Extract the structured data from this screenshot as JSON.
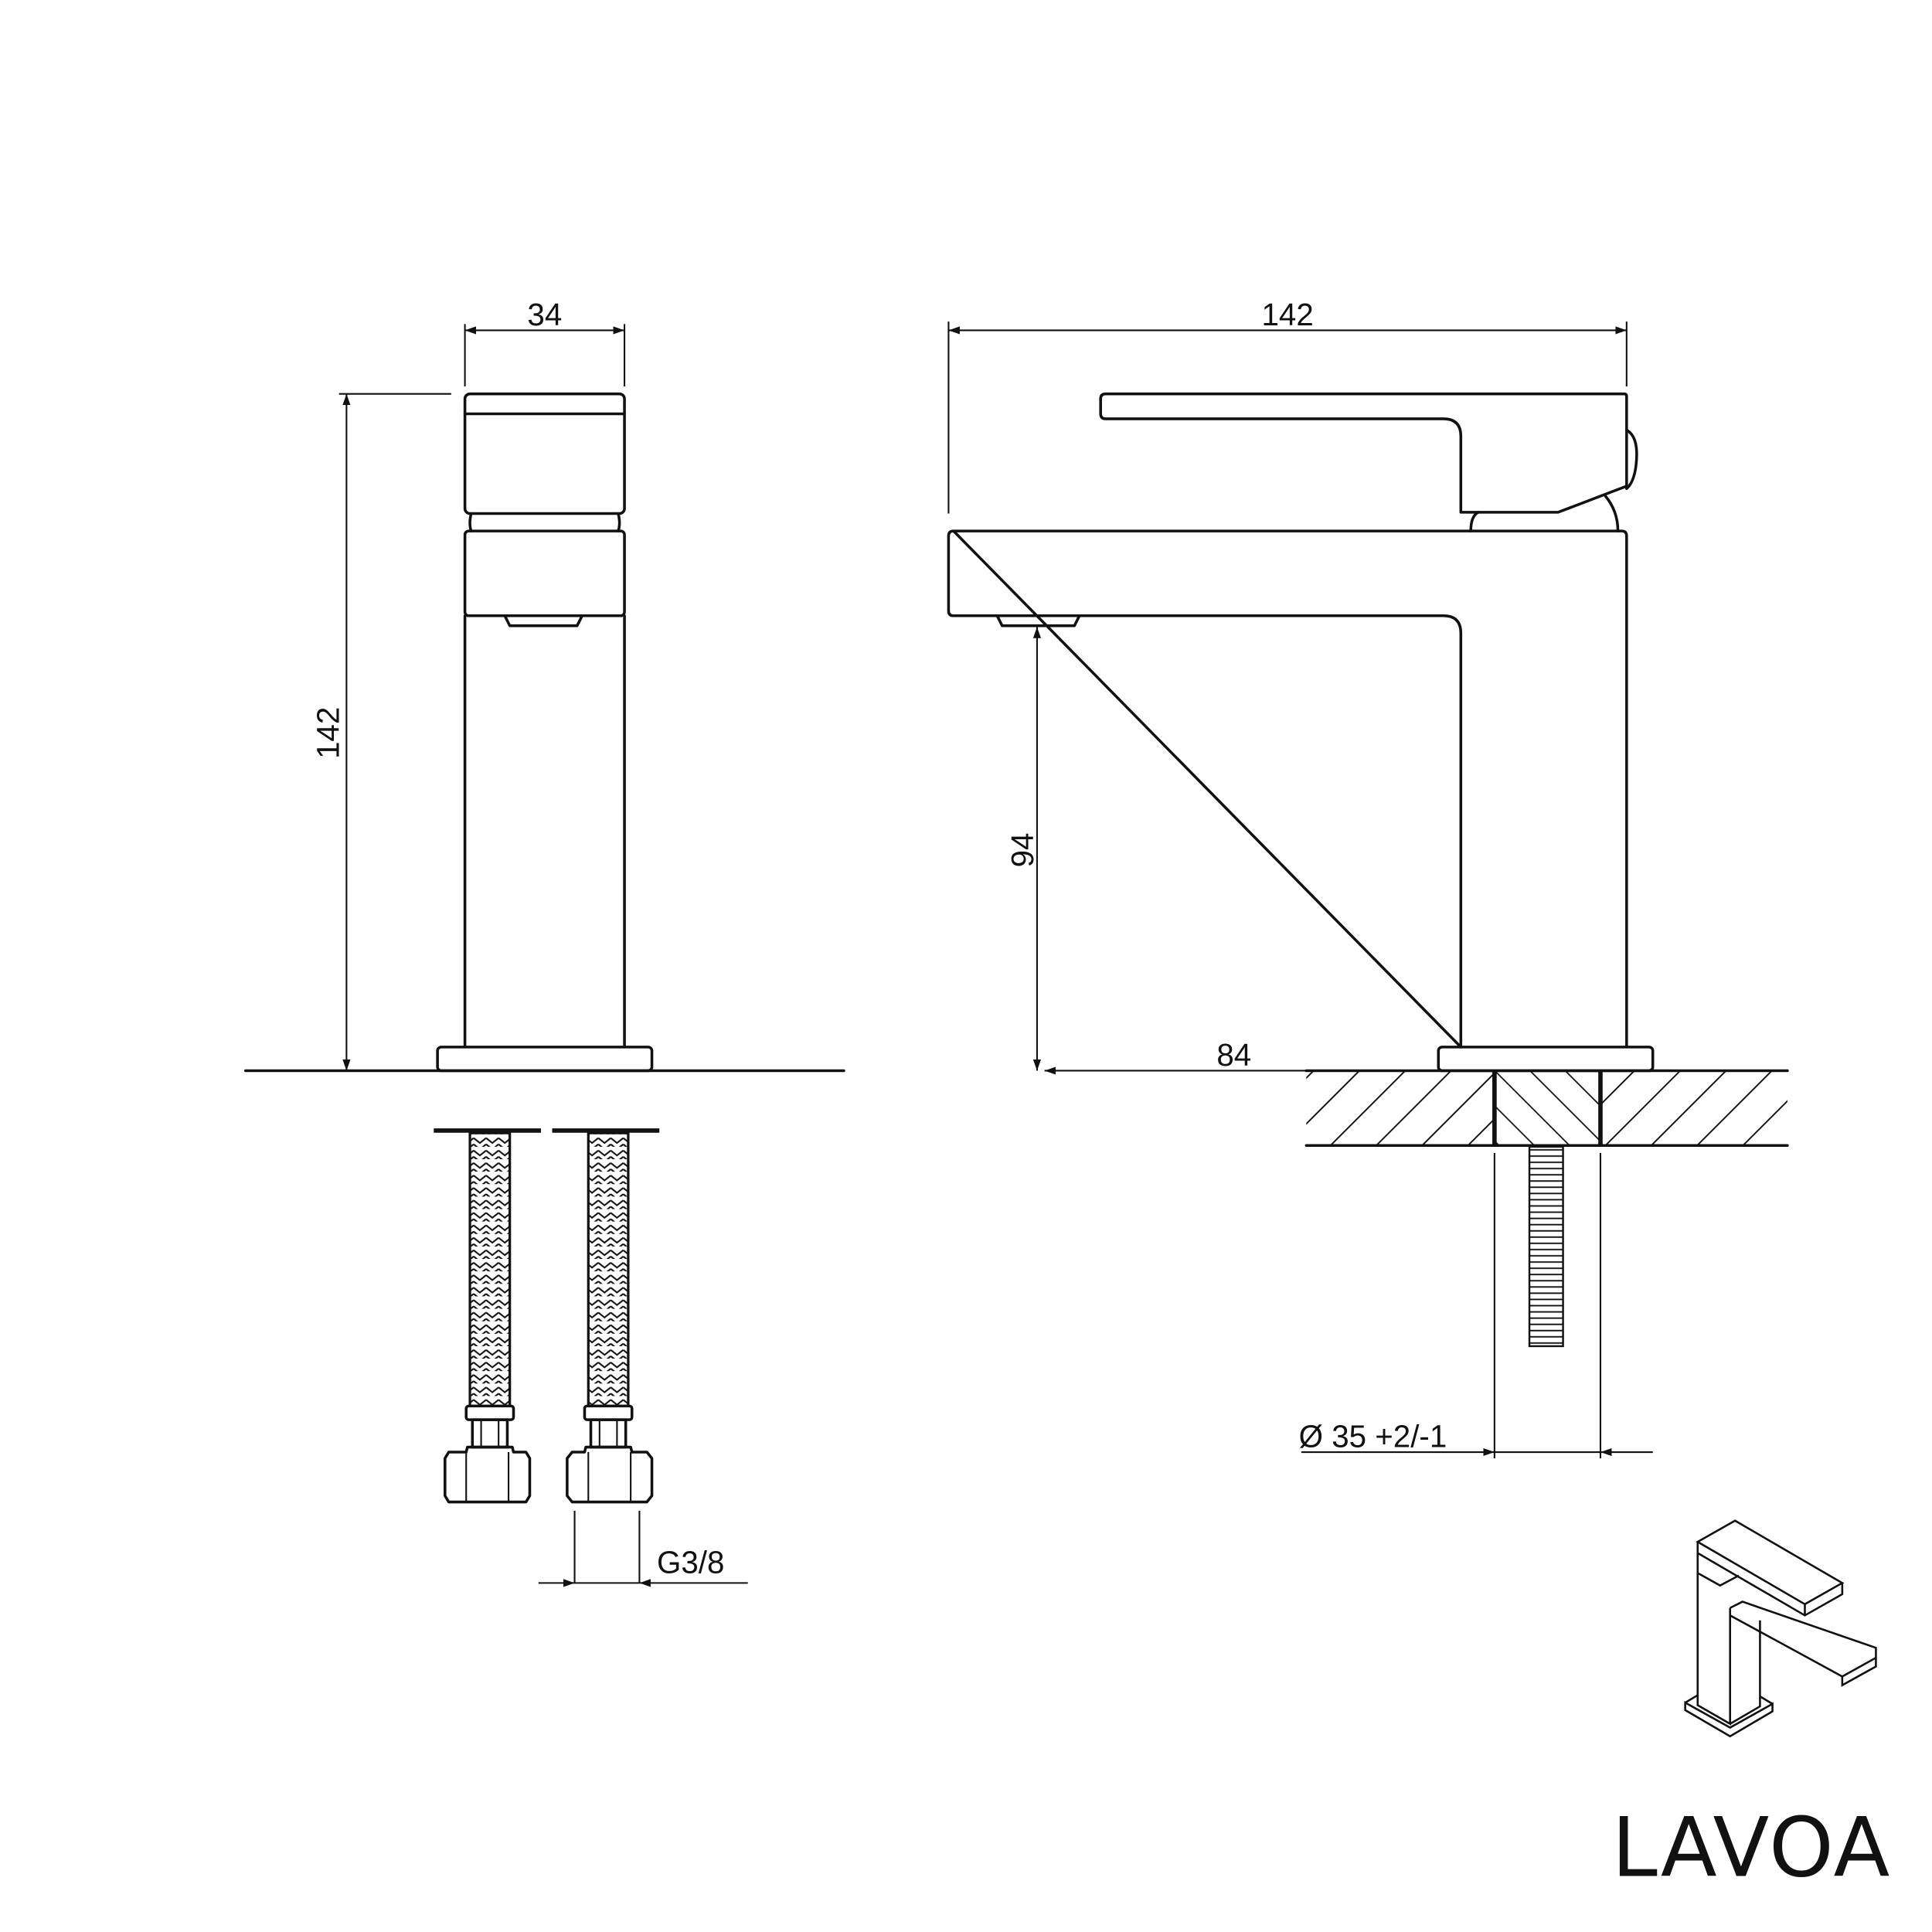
{
  "drawing": {
    "side_view": {
      "width_dim": "34",
      "height_dim": "142",
      "hose_thread_dim": "G3/8"
    },
    "front_view": {
      "length_dim": "142",
      "spout_height_dim": "94",
      "spout_reach_dim": "84",
      "hole_diameter_dim": "Ø 35 +2/-1"
    },
    "line_color": "#111111",
    "background_color": "#ffffff"
  },
  "brand": {
    "logo_text": "LAVOA"
  }
}
